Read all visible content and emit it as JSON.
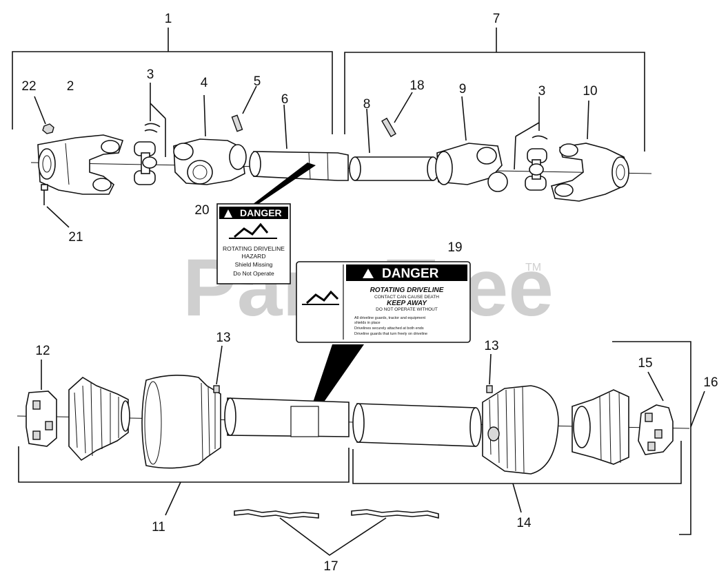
{
  "watermark": {
    "text": "PartsTree",
    "tm": "TM"
  },
  "callouts": {
    "c1": "1",
    "c2": "2",
    "c3a": "3",
    "c3b": "3",
    "c4": "4",
    "c5": "5",
    "c6": "6",
    "c7": "7",
    "c8": "8",
    "c9": "9",
    "c10": "10",
    "c11": "11",
    "c12": "12",
    "c13a": "13",
    "c13b": "13",
    "c14": "14",
    "c15": "15",
    "c16": "16",
    "c17": "17",
    "c18": "18",
    "c19": "19",
    "c20": "20",
    "c21": "21",
    "c22": "22"
  },
  "label20": {
    "title": "DANGER",
    "line1": "ROTATING DRIVELINE",
    "line2": "HAZARD",
    "line3": "Shield Missing",
    "line4": "Do Not Operate"
  },
  "label19": {
    "title": "DANGER",
    "line1": "ROTATING DRIVELINE",
    "line2": "CONTACT CAN CAUSE DEATH",
    "line3": "KEEP AWAY",
    "line4": "DO NOT OPERATE WITHOUT",
    "line5": "All driveline guards, tractor and equipment",
    "line6": "shields in place",
    "line7": "Drivelines securely attached at both ends",
    "line8": "Driveline guards that turn freely on driveline"
  }
}
